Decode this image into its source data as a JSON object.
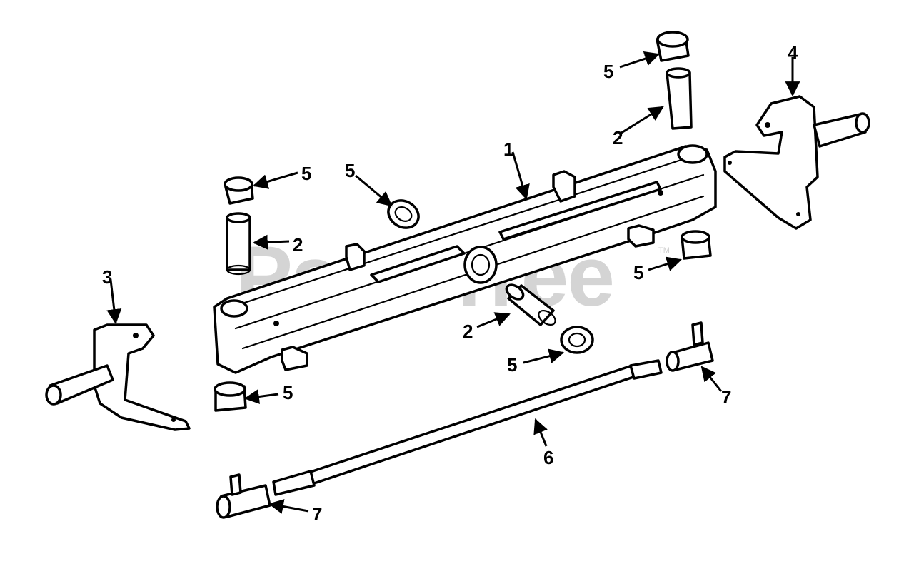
{
  "watermark": {
    "text": "PartsTree",
    "tm": "TM"
  },
  "callouts": [
    "1",
    "2",
    "2",
    "2",
    "3",
    "4",
    "5",
    "5",
    "5",
    "5",
    "5",
    "5",
    "6",
    "7",
    "7"
  ]
}
